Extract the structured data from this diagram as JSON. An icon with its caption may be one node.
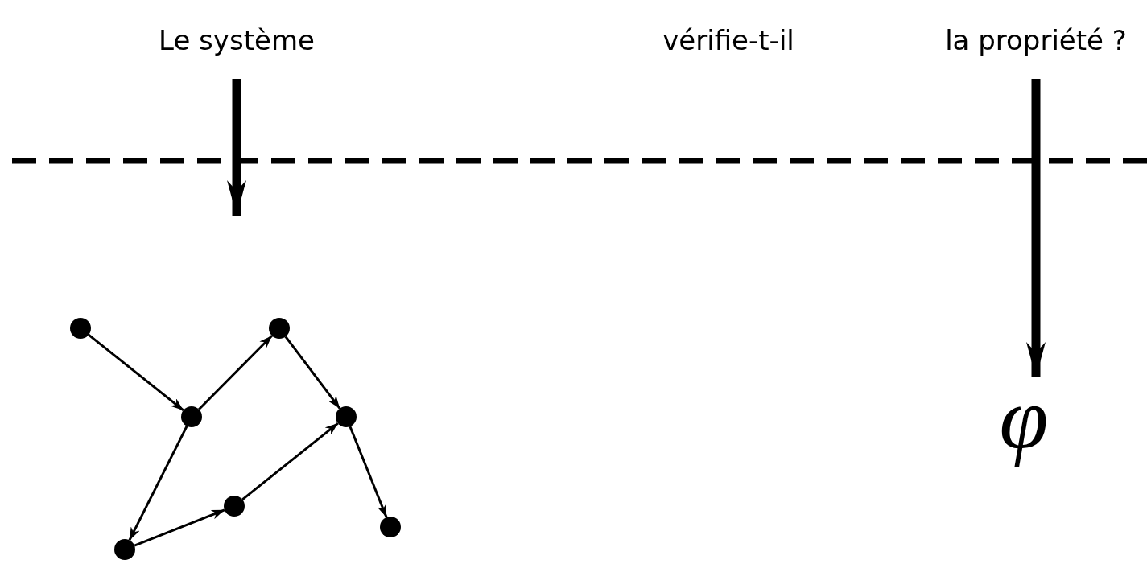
{
  "diagram": {
    "nodes": [
      {
        "text": [
          "Le système"
        ]
      },
      {
        "text": [
          "la propriété ?"
        ]
      },
      {
        "text": [
          "φ"
        ]
      },
      {
        "text": [],
        "shape": "circle"
      },
      {
        "text": [],
        "shape": "circle"
      },
      {
        "text": [],
        "shape": "circle"
      },
      {
        "text": [],
        "shape": "circle"
      },
      {
        "text": [],
        "shape": "circle"
      },
      {
        "text": [],
        "shape": "circle"
      },
      {
        "text": [],
        "shape": "circle"
      }
    ],
    "edges": [
      {
        "from": 0,
        "to": null,
        "arrow": "to",
        "style": "thick"
      },
      {
        "from": 1,
        "to": 2,
        "arrow": "to",
        "style": "thick"
      },
      {
        "from": 3,
        "to": 5,
        "arrow": "to"
      },
      {
        "from": 5,
        "to": 4,
        "arrow": "to"
      },
      {
        "from": 4,
        "to": 6,
        "arrow": "to"
      },
      {
        "from": 6,
        "to": 8,
        "arrow": "to"
      },
      {
        "from": 5,
        "to": 9,
        "arrow": "to"
      },
      {
        "from": 9,
        "to": 7,
        "arrow": "to"
      },
      {
        "from": 7,
        "to": 6,
        "arrow": "to"
      }
    ],
    "labels": [
      "vérifie-t-il"
    ]
  }
}
